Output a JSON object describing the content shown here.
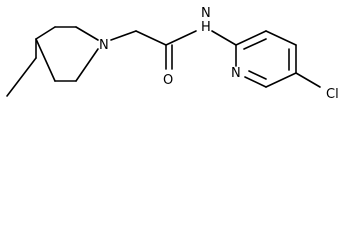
{
  "molecule": {
    "atom_labels": {
      "piperidine_n": "N",
      "amide_nh": "N",
      "amide_h": "H",
      "carbonyl_o": "O",
      "pyridine_n": "N",
      "chloro": "Cl"
    }
  }
}
